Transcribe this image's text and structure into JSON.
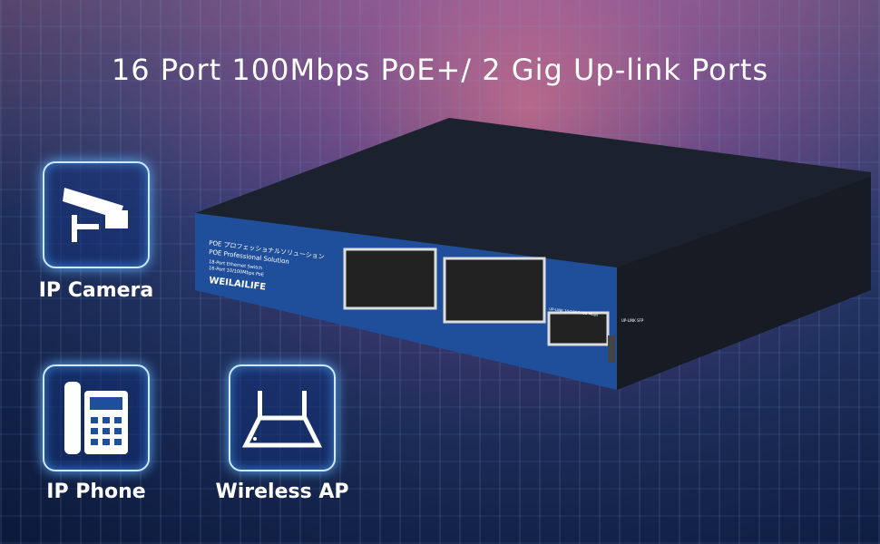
{
  "headline": "16 Port 100Mbps PoE+/ 2 Gig Up-link Ports",
  "features": [
    {
      "label": "IP Camera",
      "icon": "cctv-camera-icon"
    },
    {
      "label": "IP Phone",
      "icon": "desk-phone-icon"
    },
    {
      "label": "Wireless AP",
      "icon": "wireless-router-icon"
    }
  ],
  "switch": {
    "brand": "WEILAILIFE",
    "line1": "POE プロフェッショナルソリューション",
    "line2": "POE Professional Solution",
    "line3": "18-Port Ethernet Switch",
    "line4": "16-Port 10/100Mbps PoE",
    "uplink_label": "UP-LINK 10/100/1000 Mbps",
    "sfp_label": "UP-LINK SFP"
  },
  "colors": {
    "panel": "#1f4f9a",
    "chassis": "#1a1f2a",
    "glow": "#5fb0ff"
  }
}
